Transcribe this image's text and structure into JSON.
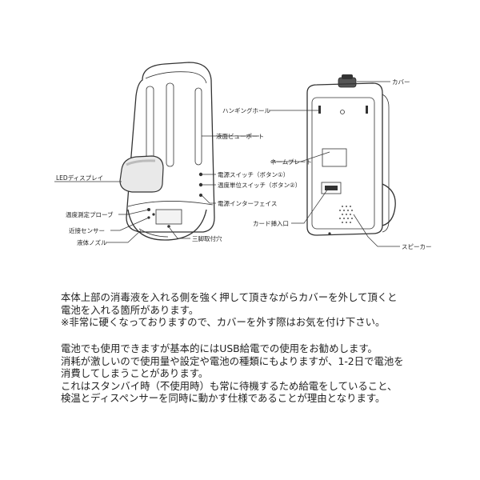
{
  "labels": {
    "cover": "カバー",
    "hanging_hole": "ハンギングホール",
    "level_viewport": "液面ビューポート",
    "name_plate": "ネームプレート",
    "power_switch": "電源スイッチ（ボタン①）",
    "temp_unit_switch": "温度単位スイッチ（ボタン②）",
    "led_display": "LEDディスプレイ",
    "power_interface": "電源インターフェイス",
    "card_slot": "カード挿入口",
    "temp_probe": "温度測定プローブ",
    "proximity_sensor": "近接センサー",
    "nozzle": "液体ノズル",
    "tripod_hole": "三脚取付穴",
    "speaker": "スピーカー"
  },
  "description": {
    "paragraph1": [
      "本体上部の消毒液を入れる側を強く押して頂きながらカバーを外して頂くと",
      "電池を入れる箇所があります。",
      "※非常に硬くなっておりますので、カバーを外す際はお気を付け下さい。"
    ],
    "paragraph2": [
      "電池でも使用できますが基本的にはUSB給電での使用をお勧めします。",
      "消耗が激しいので使用量や設定や電池の種類にもよりますが、1-2日で電池を",
      "消費してしまうことがあります。",
      "これはスタンバイ時（不使用時）も常に待機するため給電をしていること、",
      "検温とディスペンサーを同時に動かす仕様であることが理由となります。"
    ]
  }
}
